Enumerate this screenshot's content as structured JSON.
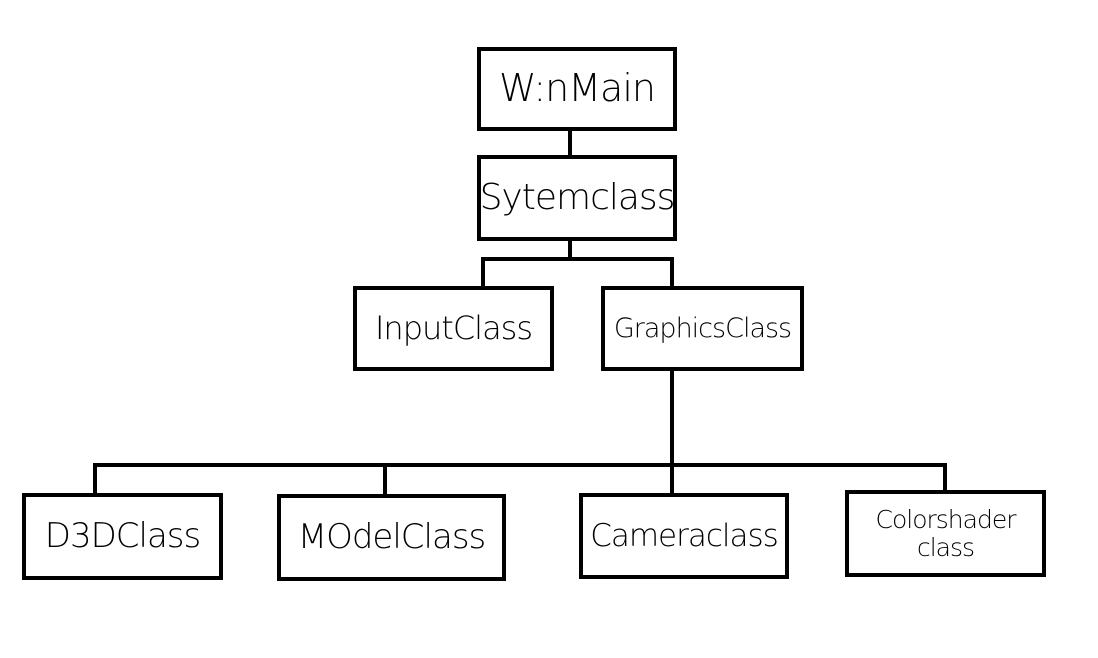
{
  "diagram": {
    "nodes": {
      "winmain": "W:nMain",
      "systemclass": "Sytemclass",
      "inputclass": "InputClass",
      "graphicsclass": "GraphicsClass",
      "d3dclass": "D3DClass",
      "modelclass": "MOdelClass",
      "cameraclass": "Cameraclass",
      "colorshaderclass": "Colorshader\nclass"
    }
  }
}
